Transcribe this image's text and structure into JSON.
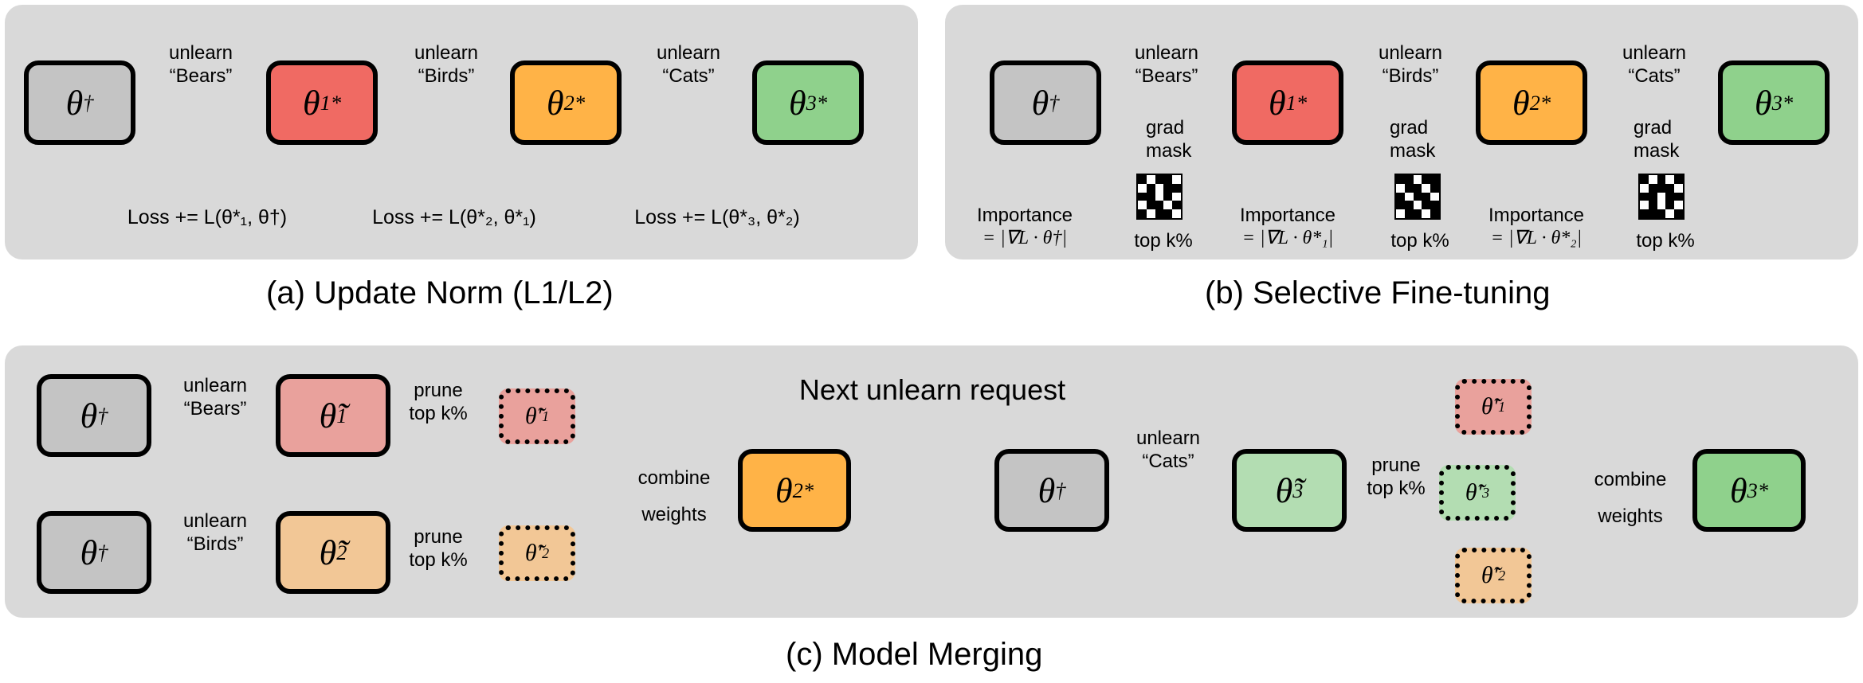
{
  "colors": {
    "panel_bg": "#d9d9d9",
    "base_model": "#c4c4c4",
    "stage1_red": "#f06a63",
    "stage2_orange": "#ffb347",
    "stage3_green": "#8fd18c",
    "pruned_pink": "#e9a19c",
    "pruned_tan": "#f2c796",
    "pruned_light_green": "#b3ddb2"
  },
  "icons": [
    "hollow-right-arrow-icon",
    "binary-mask-icon",
    "arrow-icon"
  ],
  "panel_a": {
    "caption": "(a) Update Norm (L1/L2)",
    "models": {
      "theta_dagger": {
        "sym": "θ",
        "sup": "†",
        "sub": ""
      },
      "theta_1_star": {
        "sym": "θ",
        "sup": "*",
        "sub": "1"
      },
      "theta_2_star": {
        "sym": "θ",
        "sup": "*",
        "sub": "2"
      },
      "theta_3_star": {
        "sym": "θ",
        "sup": "*",
        "sub": "3"
      }
    },
    "steps": [
      {
        "verb": "unlearn",
        "target": "“Bears”"
      },
      {
        "verb": "unlearn",
        "target": "“Birds”"
      },
      {
        "verb": "unlearn",
        "target": "“Cats”"
      }
    ],
    "losses": [
      "Loss += L(θ*₁, θ†)",
      "Loss += L(θ*₂, θ*₁)",
      "Loss += L(θ*₃, θ*₂)"
    ]
  },
  "panel_b": {
    "caption": "(b) Selective Fine-tuning",
    "models": {
      "theta_dagger": {
        "sym": "θ",
        "sup": "†",
        "sub": ""
      },
      "theta_1_star": {
        "sym": "θ",
        "sup": "*",
        "sub": "1"
      },
      "theta_2_star": {
        "sym": "θ",
        "sup": "*",
        "sub": "2"
      },
      "theta_3_star": {
        "sym": "θ",
        "sup": "*",
        "sub": "3"
      }
    },
    "steps": [
      {
        "verb": "unlearn",
        "target": "“Bears”"
      },
      {
        "verb": "unlearn",
        "target": "“Birds”"
      },
      {
        "verb": "unlearn",
        "target": "“Cats”"
      }
    ],
    "grad_mask": "grad\nmask",
    "importance_label": "Importance",
    "importance_formulas": [
      "= |∇L · θ†|",
      "= |∇L · θ*₁|",
      "= |∇L · θ*₂|"
    ],
    "topk": "top k%",
    "mask_patterns": [
      [
        1,
        0,
        1,
        1,
        0,
        0,
        1,
        0,
        1,
        1,
        1,
        1,
        0,
        1,
        0,
        0,
        1,
        1,
        0,
        1,
        1,
        0,
        1,
        1,
        0
      ],
      [
        1,
        1,
        0,
        1,
        1,
        0,
        1,
        1,
        0,
        1,
        1,
        0,
        1,
        1,
        0,
        1,
        1,
        0,
        1,
        1,
        0,
        1,
        1,
        0,
        1
      ],
      [
        1,
        0,
        1,
        0,
        1,
        0,
        1,
        1,
        1,
        0,
        1,
        1,
        0,
        1,
        1,
        0,
        1,
        0,
        1,
        0,
        1,
        1,
        1,
        0,
        1
      ]
    ]
  },
  "panel_c": {
    "caption": "(c) Model Merging",
    "next_request": "Next unlearn request",
    "base": {
      "sym": "θ",
      "sup": "†",
      "sub": ""
    },
    "unlearn_steps": [
      {
        "verb": "unlearn",
        "target": "“Bears”"
      },
      {
        "verb": "unlearn",
        "target": "“Birds”"
      },
      {
        "verb": "unlearn",
        "target": "“Cats”"
      }
    ],
    "finetuned": [
      {
        "sym": "θ̃",
        "sub": "1"
      },
      {
        "sym": "θ̃",
        "sub": "2"
      },
      {
        "sym": "θ̃",
        "sub": "3"
      }
    ],
    "pruned": [
      {
        "sym": "θ̃′",
        "sub": "1"
      },
      {
        "sym": "θ̃′",
        "sub": "2"
      },
      {
        "sym": "θ̃′",
        "sub": "3"
      }
    ],
    "prune_label": "prune\ntop k%",
    "combine_label": "combine\nweights",
    "merged": [
      {
        "sym": "θ",
        "sup": "*",
        "sub": "2"
      },
      {
        "sym": "θ",
        "sup": "*",
        "sub": "3"
      }
    ]
  }
}
